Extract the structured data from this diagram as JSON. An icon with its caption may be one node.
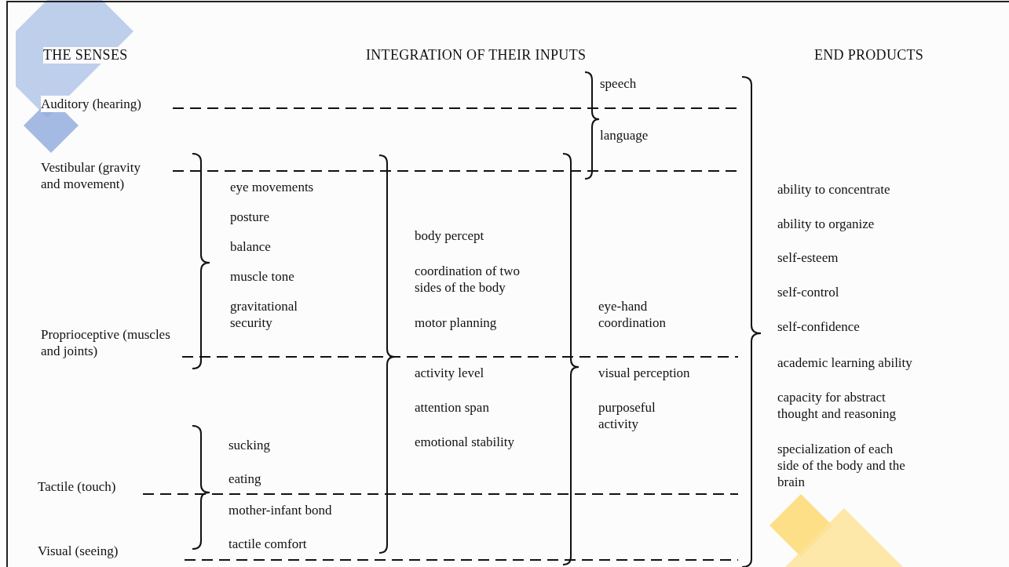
{
  "diagram": {
    "labels": [
      "THE SENSES",
      "INTEGRATION OF THEIR INPUTS",
      "END PRODUCTS",
      "speech",
      "Auditory (hearing)",
      "language",
      "Vestibular (gravity and movement)",
      "eye movements",
      "ability to concentrate",
      "posture",
      "ability to organize",
      "body percept",
      "balance",
      "self-esteem",
      "muscle tone",
      "coordination of two sides of the body",
      "self-control",
      "gravitational security",
      "motor planning",
      "eye-hand coordination",
      "self-confidence",
      "Proprioceptive (muscles and joints)",
      "academic learning ability",
      "activity level",
      "visual perception",
      "attention span",
      "purposeful activity",
      "capacity for abstract thought and reasoning",
      "sucking",
      "emotional stability",
      "specialization of each side of the body and the brain",
      "eating",
      "Tactile (touch)",
      "mother-infant bond",
      "tactile comfort",
      "Visual (seeing)"
    ]
  }
}
